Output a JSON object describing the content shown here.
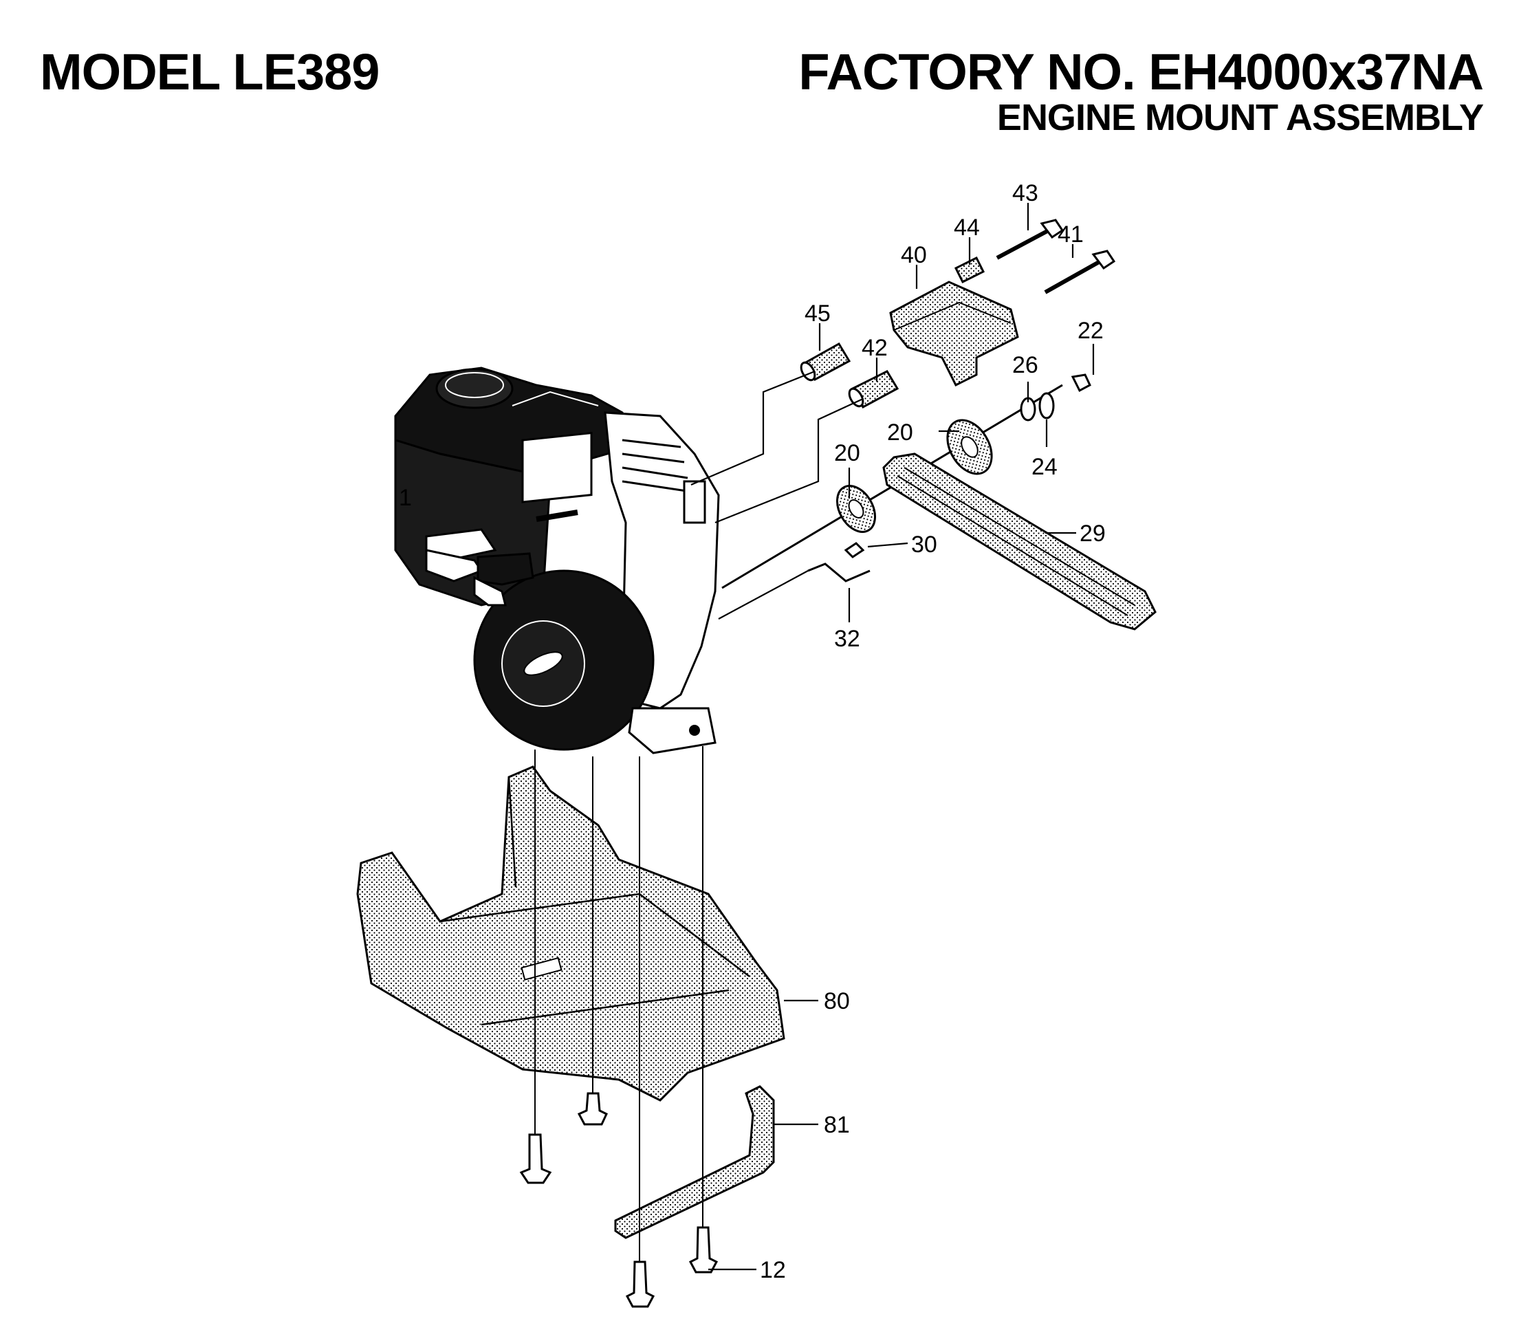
{
  "header": {
    "model": "MODEL LE389",
    "factory": "FACTORY NO. EH4000x37NA",
    "subtitle": "ENGINE MOUNT ASSEMBLY"
  },
  "callouts": [
    "43",
    "44",
    "41",
    "40",
    "45",
    "42",
    "22",
    "26",
    "20",
    "24",
    "20",
    "29",
    "30",
    "32",
    "80",
    "81",
    "12",
    "1"
  ]
}
